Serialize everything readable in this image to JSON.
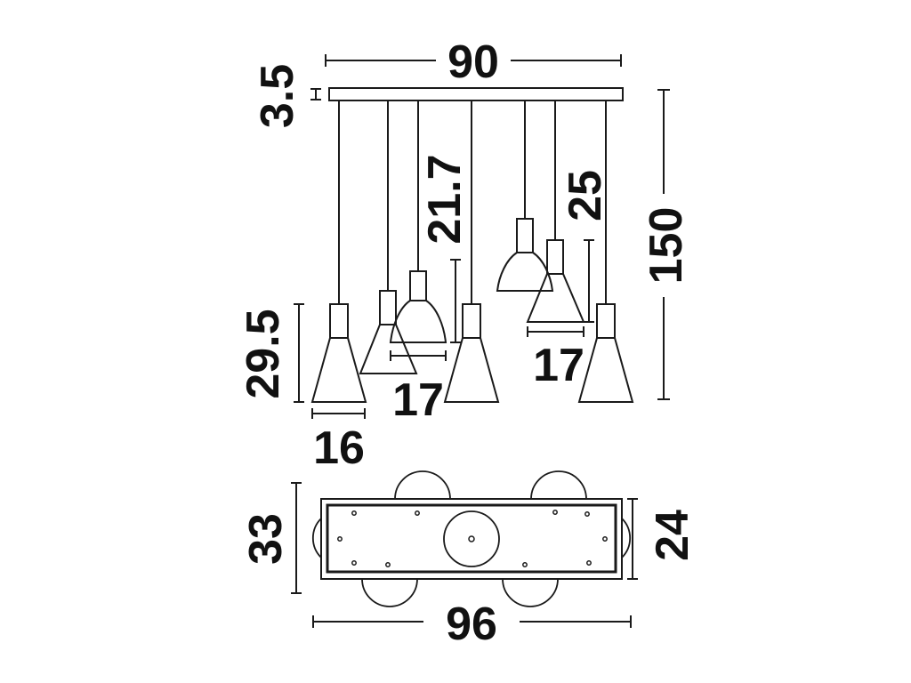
{
  "colors": {
    "line": "#1a1a1a",
    "text": "#111111",
    "background": "#ffffff"
  },
  "dimensions": {
    "canopy_width": "90",
    "canopy_height": "3.5",
    "total_height": "150",
    "shade_cone_height": "29.5",
    "shade_cone_width": "16",
    "shade_flared_height": "21.7",
    "shade_flared_width": "17",
    "shade_conic_height": "25",
    "shade_conic_width": "17",
    "spread_width": "96",
    "spread_depth": "33",
    "canopy_depth": "24"
  }
}
